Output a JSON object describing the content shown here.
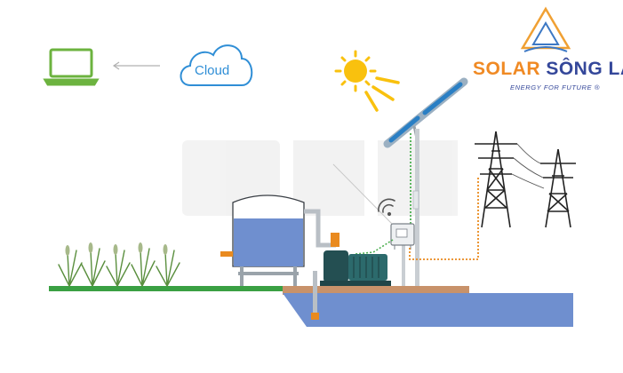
{
  "cloud": {
    "label": "Cloud"
  },
  "brand": {
    "name_part1": "SOLAR",
    "name_part2": "SÔNG LAM",
    "tagline": "ENERGY FOR FUTURE ®"
  },
  "colors": {
    "laptop": "#6cb33f",
    "cloud": "#2f8ed6",
    "sun": "#f9c10e",
    "panel": "#2a7fc4",
    "water": "#6f8fcf",
    "ground": "#c8926a",
    "grass": "#3aa043",
    "dotted_power": "#e98a1f",
    "dotted_signal": "#4caf50",
    "brand_orange": "#f08a24",
    "brand_blue": "#34479a"
  },
  "icons": [
    "laptop-icon",
    "cloud-icon",
    "sun-icon",
    "solar-panel-icon",
    "inverter-icon",
    "wifi-icon",
    "water-tank-icon",
    "pump-icon",
    "power-tower-icon",
    "logo-icon"
  ]
}
